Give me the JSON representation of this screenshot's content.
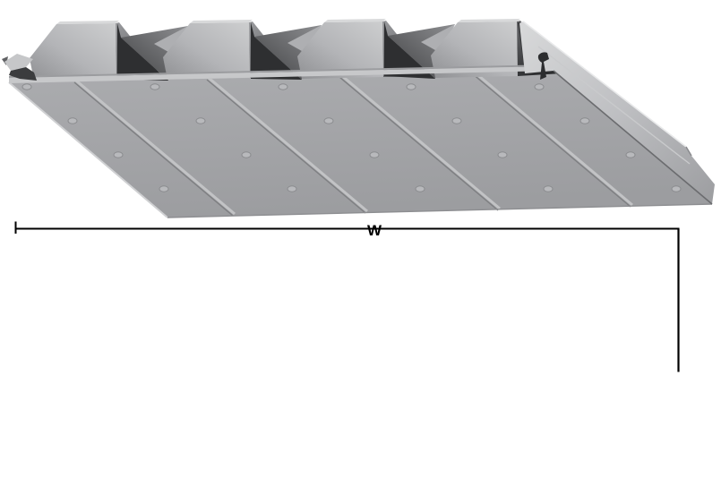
{
  "diagram": {
    "labels": {
      "width": "W"
    },
    "panel": {
      "rib_count": 4,
      "groove_count": 4,
      "rivet_rows": 4,
      "rivet_cols": 5
    },
    "colors": {
      "background": "#ffffff",
      "dimension_line": "#000000",
      "face": "#a5a6a9",
      "edge_strip": "#c7c8ca",
      "edge_strip_dark": "#9b9c9f",
      "rib_top": "#d8d9da",
      "rib_light": "#cdcecf",
      "rib_light_shade": "#8f9093",
      "rib_right": "#9a9b9e",
      "rib_right_shade": "#5a5b5e",
      "gap_shadow": "#2e2f31",
      "valley_mid": "#8e8f92",
      "valley_light": "#aeafb2",
      "band_light": "#d8d9da",
      "band_shade": "#9c9da0",
      "groove_highlight": "#c2c3c5",
      "groove_shadow": "#7e7f82",
      "rivet_fill": "#b8b9bc",
      "rivet_stroke": "#8b8c8f",
      "hook_dark": "#2c2d2f",
      "lip_light": "#c6c7c9",
      "lip_dark": "#3b3c3e"
    }
  }
}
